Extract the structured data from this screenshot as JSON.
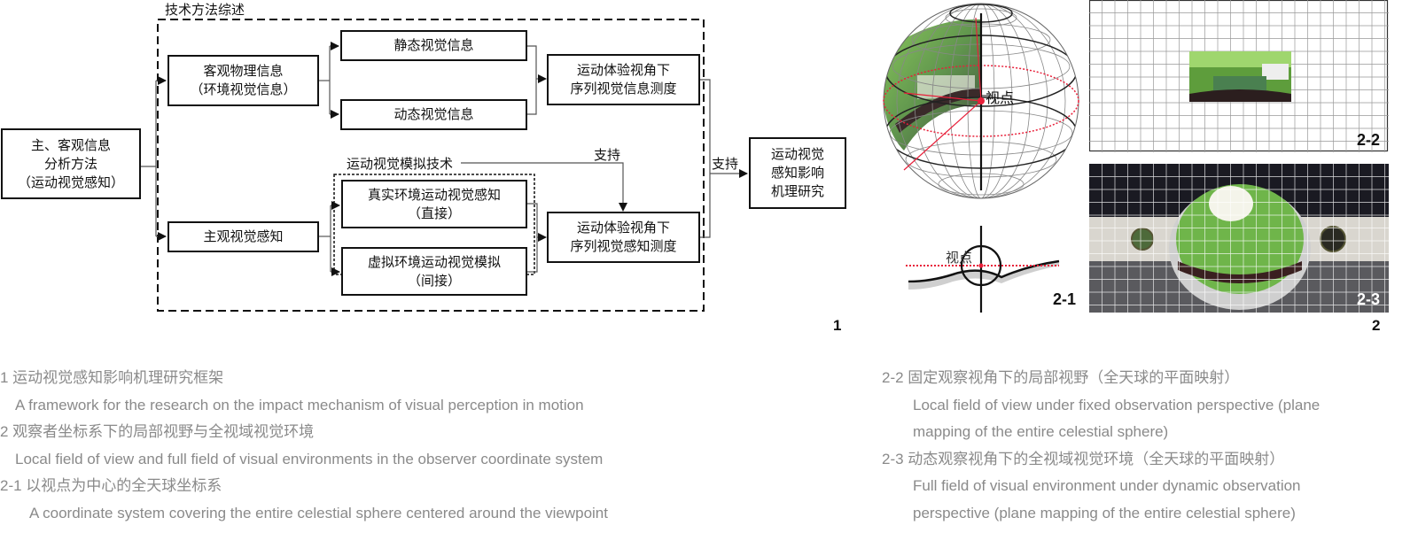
{
  "figure1": {
    "group_title": "技术方法综述",
    "root": [
      "主、客观信息",
      "分析方法",
      "（运动视觉感知）"
    ],
    "objective": [
      "客观物理信息",
      "（环境视觉信息）"
    ],
    "static_info": "静态视觉信息",
    "dynamic_info": "动态视觉信息",
    "info_measure": [
      "运动体验视角下",
      "序列视觉信息测度"
    ],
    "subjective": "主观视觉感知",
    "sim_group_title": "运动视觉模拟技术",
    "real_env": [
      "真实环境运动视觉感知",
      "（直接）"
    ],
    "virtual_env": [
      "虚拟环境运动视觉模拟",
      "（间接）"
    ],
    "perception_measure": [
      "运动体验视角下",
      "序列视觉感知测度"
    ],
    "support_label_1": "支持",
    "support_label_2": "支持",
    "result": [
      "运动视觉",
      "感知影响",
      "机理研究"
    ],
    "number": "1"
  },
  "figure2": {
    "viewpoint_label": "视点",
    "viewpoint_label_2": "视点",
    "panel_2_1": "2-1",
    "panel_2_2": "2-2",
    "panel_2_3": "2-3",
    "number": "2",
    "accent_color": "#e8203a"
  },
  "captions_left": [
    "1 运动视觉感知影响机理研究框架",
    "A framework for the research on the impact mechanism of visual perception in motion",
    "2 观察者坐标系下的局部视野与全视域视觉环境",
    "Local field of view and full field of visual environments in the observer coordinate system",
    "2-1 以视点为中心的全天球坐标系",
    "A coordinate system covering the entire  celestial sphere centered around the viewpoint"
  ],
  "captions_right": [
    "2-2 固定观察视角下的局部视野（全天球的平面映射）",
    "Local field of view under fixed observation perspective (plane",
    "mapping of the entire celestial sphere)",
    "2-3 动态观察视角下的全视域视觉环境（全天球的平面映射）",
    "Full field of visual environment under dynamic observation",
    "perspective (plane mapping of the entire celestial sphere)"
  ]
}
